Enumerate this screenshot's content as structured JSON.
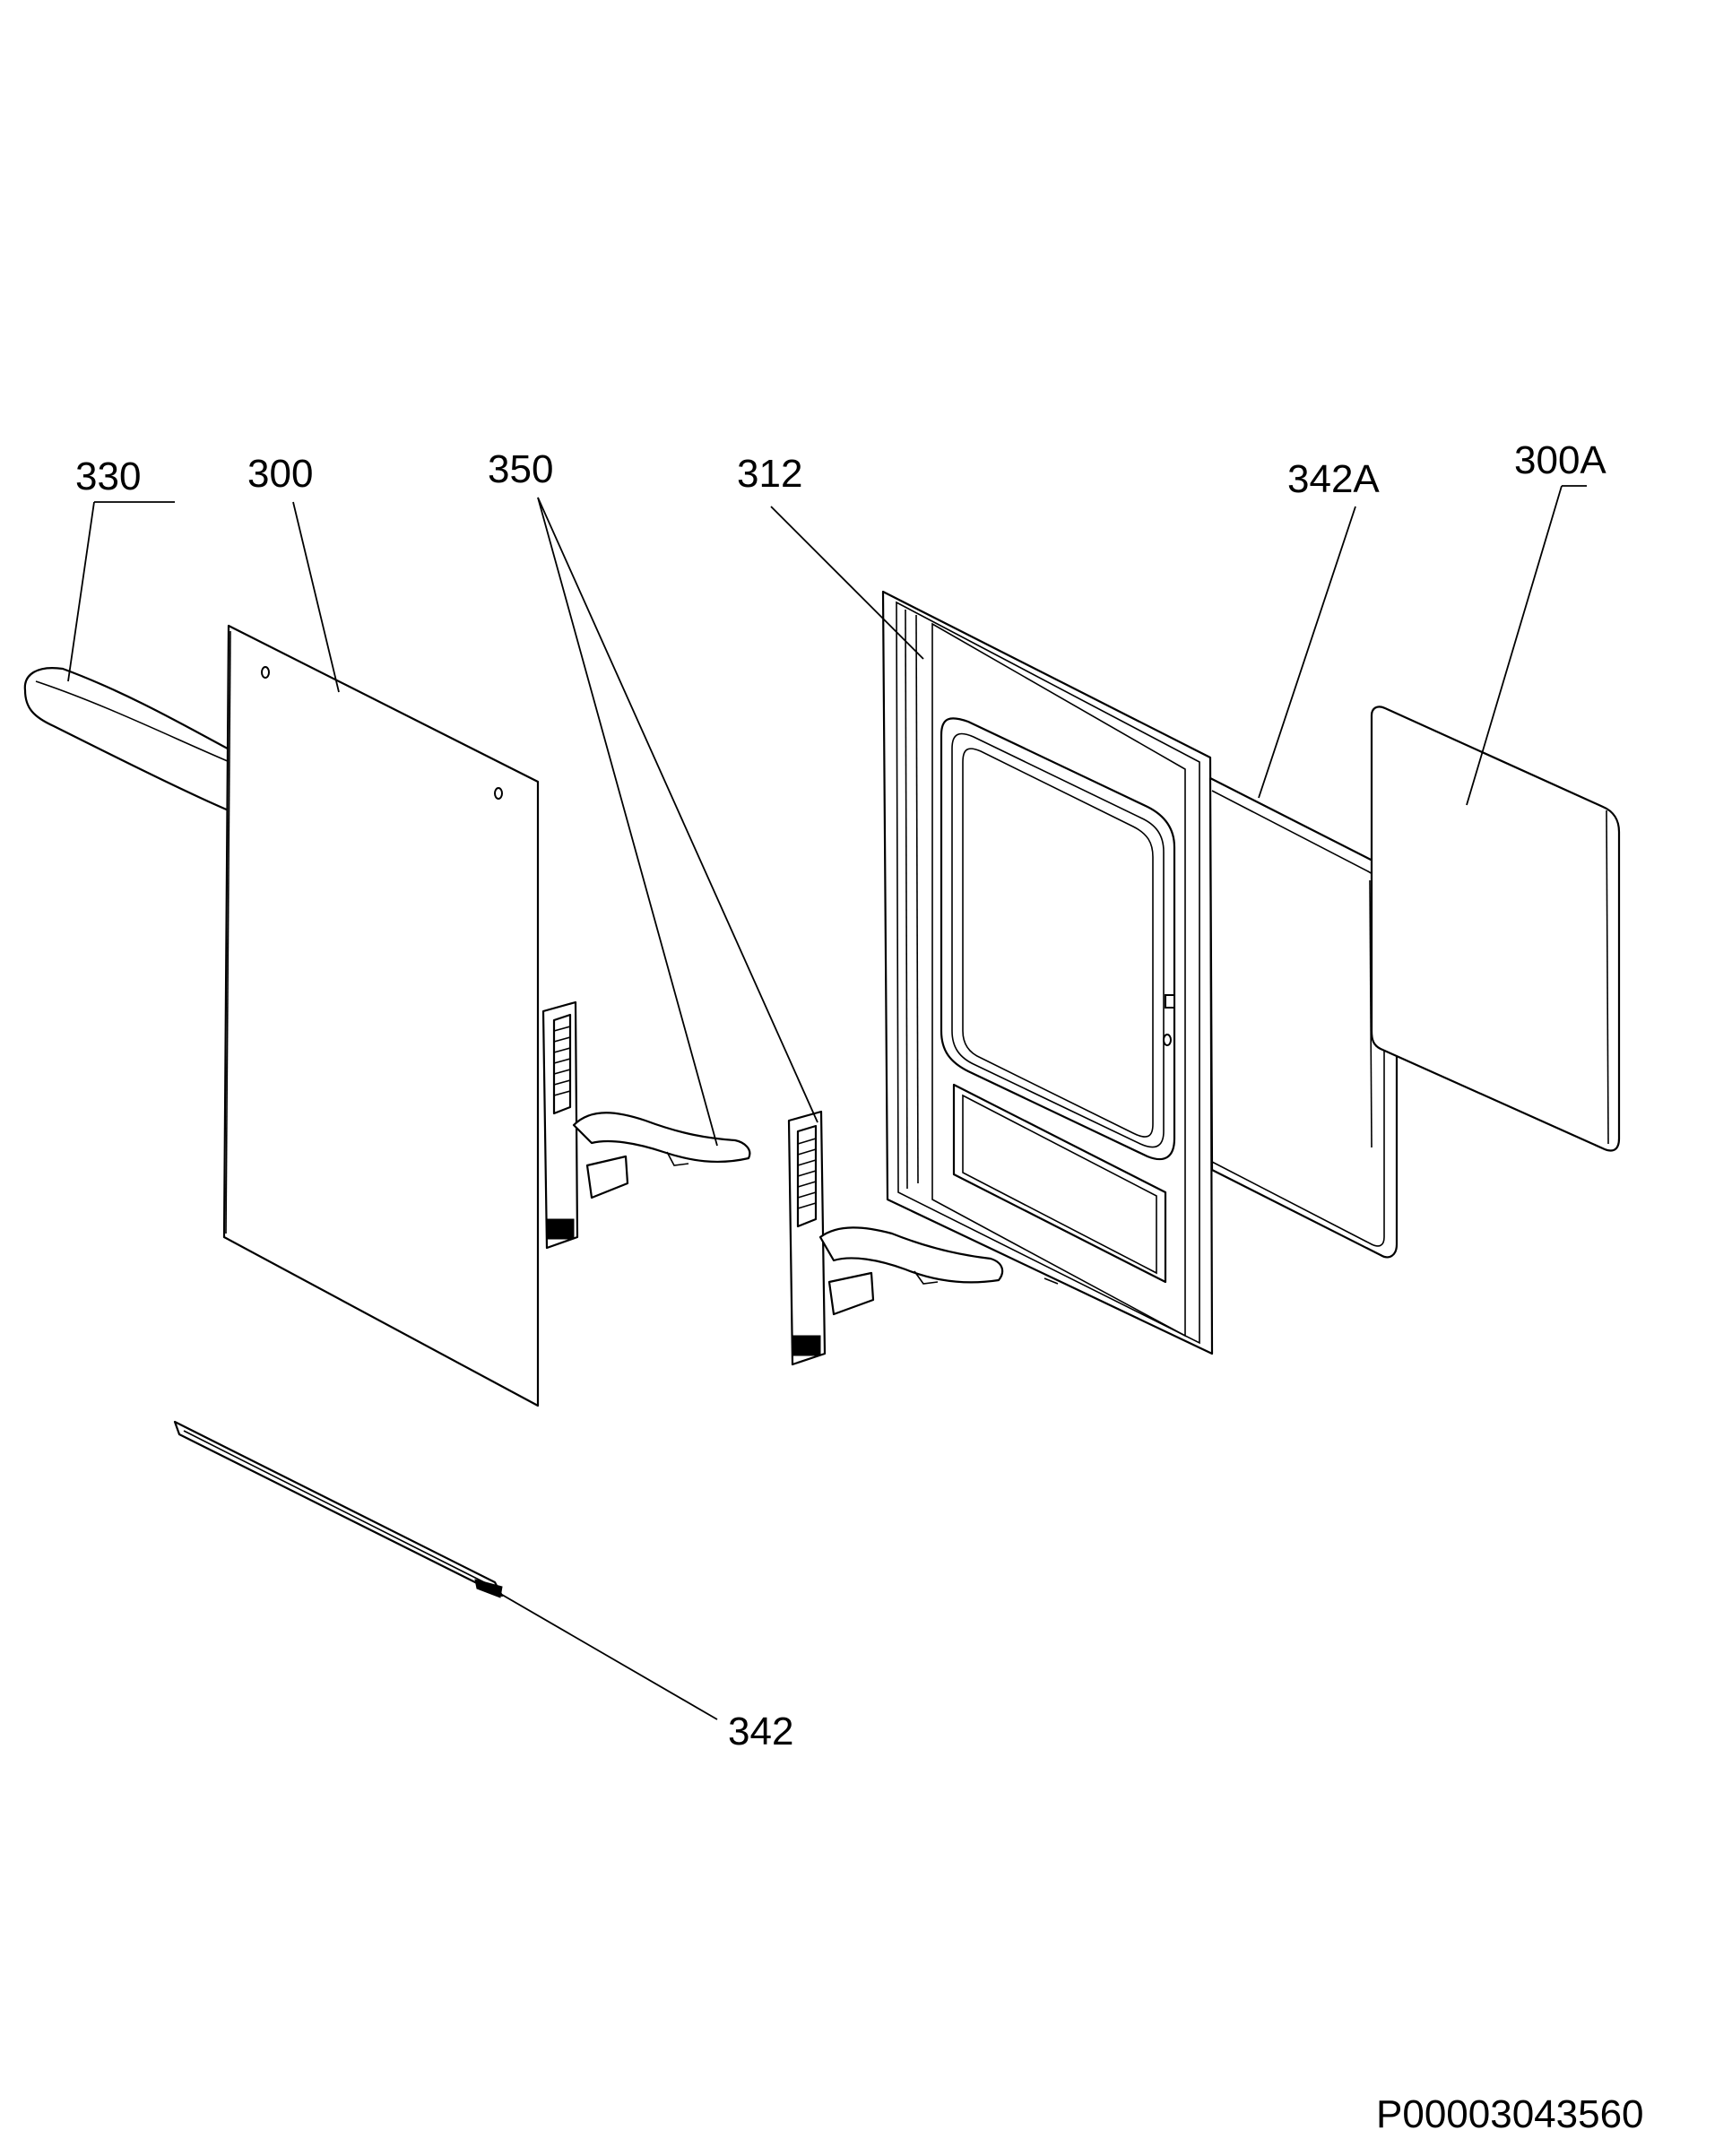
{
  "diagram": {
    "callouts": [
      {
        "id": "handle",
        "label": "330"
      },
      {
        "id": "outer-door-panel",
        "label": "300"
      },
      {
        "id": "hinge",
        "label": "350"
      },
      {
        "id": "inner-door-frame",
        "label": "312"
      },
      {
        "id": "glass-seal",
        "label": "342A"
      },
      {
        "id": "inner-glass",
        "label": "300A"
      },
      {
        "id": "bottom-trim",
        "label": "342"
      }
    ],
    "document_ref": "P00003043560"
  }
}
